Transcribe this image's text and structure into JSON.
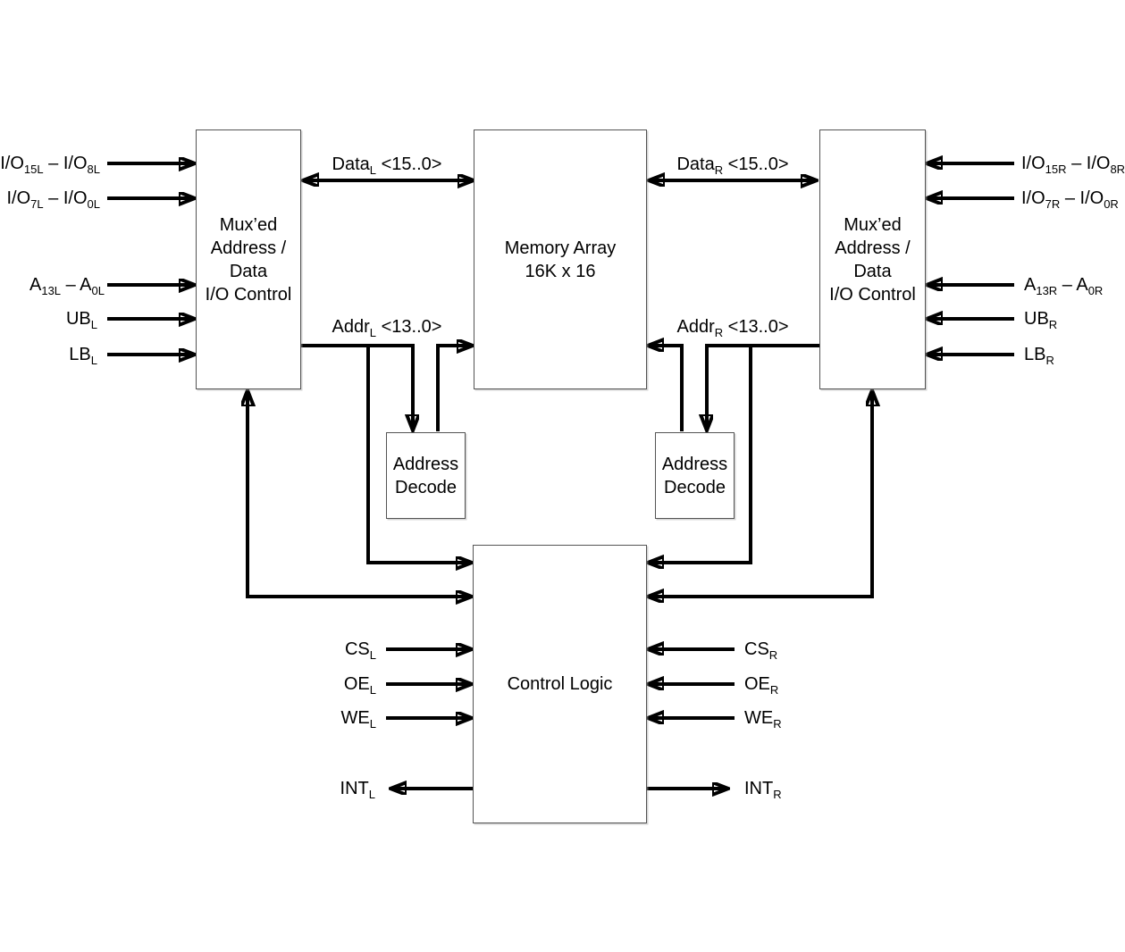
{
  "diagram": {
    "blocks": {
      "mux_left": {
        "label": "Mux’ed\nAddress /\nData\nI/O Control"
      },
      "memory": {
        "label": "Memory Array\n16K x 16"
      },
      "mux_right": {
        "label": "Mux’ed\nAddress /\nData\nI/O Control"
      },
      "decode_left": {
        "label": "Address\nDecode"
      },
      "decode_right": {
        "label": "Address\nDecode"
      },
      "control": {
        "label": "Control Logic"
      }
    },
    "labels": {
      "io_high_left": "I/O_[15L] – I/O_[8L]",
      "io_low_left": "I/O_[7L] – I/O_[0L]",
      "addr_bus_left": "A_[13L] – A_[0L]",
      "ub_left": "UB_[L]",
      "lb_left": "LB_[L]",
      "io_high_right": "I/O_[15R] – I/O_[8R]",
      "io_low_right": "I/O_[7R] – I/O_[0R]",
      "addr_bus_right": "A_[13R] – A_[0R]",
      "ub_right": "UB_[R]",
      "lb_right": "LB_[R]",
      "data_left": "Data_[L] <15..0>",
      "data_right": "Data_[R] <15..0>",
      "addr_left": "Addr_[L] <13..0>",
      "addr_right": "Addr_[R] <13..0>",
      "cs_left": "CS_[L]",
      "oe_left": "OE_[L]",
      "we_left": "WE_[L]",
      "int_left": "INT_[L]",
      "cs_right": "CS_[R]",
      "oe_right": "OE_[R]",
      "we_right": "WE_[R]",
      "int_right": "INT_[R]"
    },
    "colors": {
      "wire": "#000000",
      "box_border": "#545454",
      "background": "#ffffff",
      "text": "#000000"
    }
  }
}
